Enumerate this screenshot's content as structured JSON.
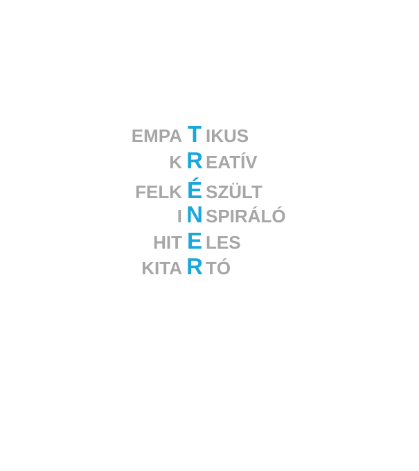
{
  "acrostic": {
    "rows": [
      {
        "left": "EMPA",
        "key": "T",
        "right": "IKUS"
      },
      {
        "left": "K",
        "key": "R",
        "right": "EATÍV"
      },
      {
        "left": "FELK",
        "key": "É",
        "right": "SZÜLT"
      },
      {
        "left": "I",
        "key": "N",
        "right": "SPIRÁLÓ"
      },
      {
        "left": "HIT",
        "key": "E",
        "right": "LES"
      },
      {
        "left": "KITA",
        "key": "R",
        "right": "TÓ"
      }
    ]
  },
  "colors": {
    "key_letters": "#1aa7dc",
    "word_letters": "#a6a6a6",
    "background": "#ffffff"
  }
}
